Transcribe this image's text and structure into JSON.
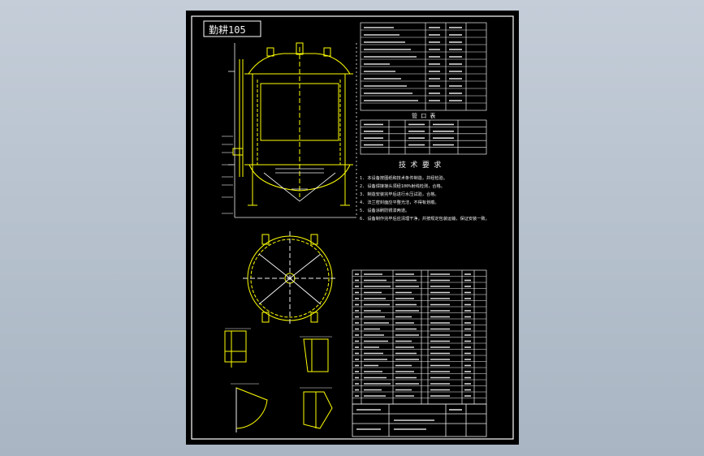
{
  "drawing": {
    "title_label": "勤耕105",
    "section_headers": {
      "nozzle_table": "管 口 表",
      "tech_requirements": "技 术 要 求"
    },
    "tech_requirements": [
      "1. 本设备按图纸和技术条件制造，并经检验。",
      "2. 设备焊接接头须经100%射线检测，合格。",
      "3. 制造安装完毕后进行水压试验，合格。",
      "4. 法兰密封面应平整光洁，不得有划痕。",
      "5. 设备涂刷防锈漆两道。",
      "6. 设备制作完毕后应清理干净，并按规定包装运输，保证安装一致。"
    ]
  },
  "colors": {
    "sheet_background": "#000000",
    "outline": "#f0f0f0",
    "accent": "#ffff00",
    "frame": "#ffffff",
    "app_background": "#b4bfcc"
  }
}
